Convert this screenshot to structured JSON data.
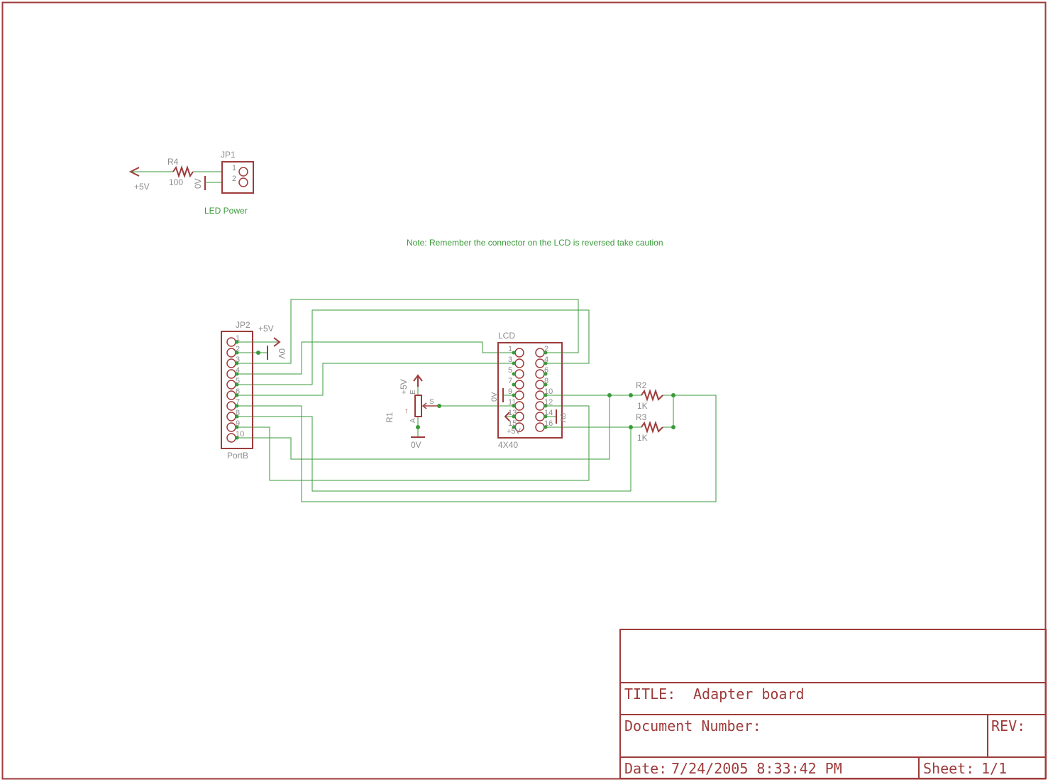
{
  "colors": {
    "frame": "#9e3b3b",
    "wire": "#3a9a3a",
    "junction": "#3a9a3a",
    "part_label": "#8c8c8c",
    "note_text": "#3a9a3a",
    "background": "#ffffff"
  },
  "led_power": {
    "r4": {
      "name": "R4",
      "value": "100"
    },
    "supply_label": "+5V",
    "gnd_label": "0V",
    "jp1": {
      "name": "JP1",
      "pin1": "1",
      "pin2": "2"
    },
    "caption": "LED Power"
  },
  "note": "Note:  Remember the connector on the LCD is reversed take caution",
  "jp2": {
    "name": "JP2",
    "caption": "PortB",
    "pins": [
      "1",
      "2",
      "3",
      "4",
      "5",
      "6",
      "7",
      "8",
      "9",
      "10"
    ],
    "supply_label": "+5V",
    "gnd_label": "0V"
  },
  "r1": {
    "name": "R1",
    "supply_label": "+5V",
    "gnd_label": "0V",
    "pin_e": "E",
    "pin_a": "A",
    "pin_s": "S"
  },
  "lcd": {
    "name": "LCD",
    "caption": "4X40",
    "pins_left": [
      "1",
      "3",
      "5",
      "7",
      "9",
      "11",
      "13",
      "15"
    ],
    "pins_right": [
      "2",
      "4",
      "6",
      "8",
      "10",
      "12",
      "14",
      "16"
    ],
    "gnd_label_left": "0V",
    "supply_label_left": "+5V",
    "gnd_label_right": "0V"
  },
  "r2": {
    "name": "R2",
    "value": "1K"
  },
  "r3": {
    "name": "R3",
    "value": "1K"
  },
  "title_block": {
    "title_label": "TITLE:",
    "title_value": "Adapter board",
    "docnum_label": "Document Number:",
    "rev_label": "REV:",
    "date_label": "Date:",
    "date_value": "7/24/2005 8:33:42 PM",
    "sheet_label": "Sheet:",
    "sheet_value": "1/1"
  }
}
